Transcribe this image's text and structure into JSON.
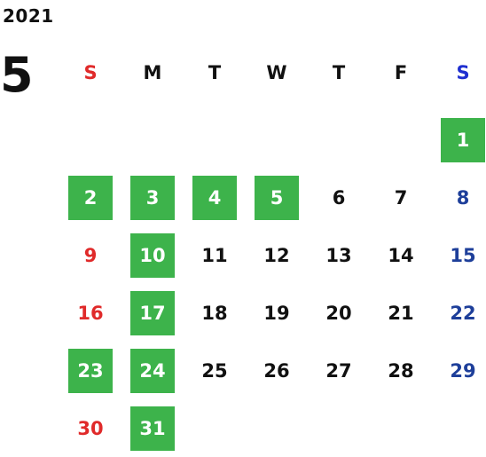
{
  "header": {
    "year": "2021",
    "month": "5"
  },
  "weekdays": [
    "S",
    "M",
    "T",
    "W",
    "T",
    "F",
    "S"
  ],
  "colors": {
    "holiday_bg": "#3db34b",
    "sunday": "#e02a2a",
    "saturday_header": "#1f2fd0",
    "saturday_date": "#1e3f9a",
    "weekday": "#111111"
  },
  "weeks": [
    [
      "",
      "",
      "",
      "",
      "",
      "",
      "1"
    ],
    [
      "2",
      "3",
      "4",
      "5",
      "6",
      "7",
      "8"
    ],
    [
      "9",
      "10",
      "11",
      "12",
      "13",
      "14",
      "15"
    ],
    [
      "16",
      "17",
      "18",
      "19",
      "20",
      "21",
      "22"
    ],
    [
      "23",
      "24",
      "25",
      "26",
      "27",
      "28",
      "29"
    ],
    [
      "30",
      "31",
      "",
      "",
      "",
      "",
      ""
    ]
  ],
  "highlighted_dates": [
    "1",
    "2",
    "3",
    "4",
    "5",
    "10",
    "17",
    "23",
    "24",
    "31"
  ]
}
